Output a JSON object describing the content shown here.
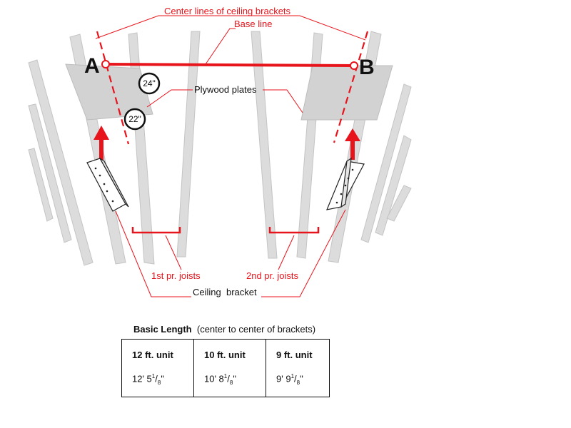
{
  "labels": {
    "center_lines": "Center lines of ceiling brackets",
    "base_line": "Base line",
    "point_a": "A",
    "point_b": "B",
    "plywood": "Plywood plates",
    "first_joists": "1st pr. joists",
    "second_joists": "2nd pr. joists",
    "ceiling_bracket": "Ceiling  bracket",
    "dim_24": "24\"",
    "dim_22": "22\""
  },
  "table": {
    "title": "Basic Length",
    "subtitle": "(center to center of brackets)",
    "columns": [
      {
        "unit": "12 ft. unit",
        "feet": "12' 5",
        "num": "1",
        "den": "8"
      },
      {
        "unit": "10 ft. unit",
        "feet": "10' 8",
        "num": "1",
        "den": "8"
      },
      {
        "unit": "9 ft. unit",
        "feet": "9' 9",
        "num": "1",
        "den": "8"
      }
    ]
  },
  "colors": {
    "accent": "#e8141c",
    "joist": "#d9d9d9",
    "plate": "#d4d4d4"
  }
}
